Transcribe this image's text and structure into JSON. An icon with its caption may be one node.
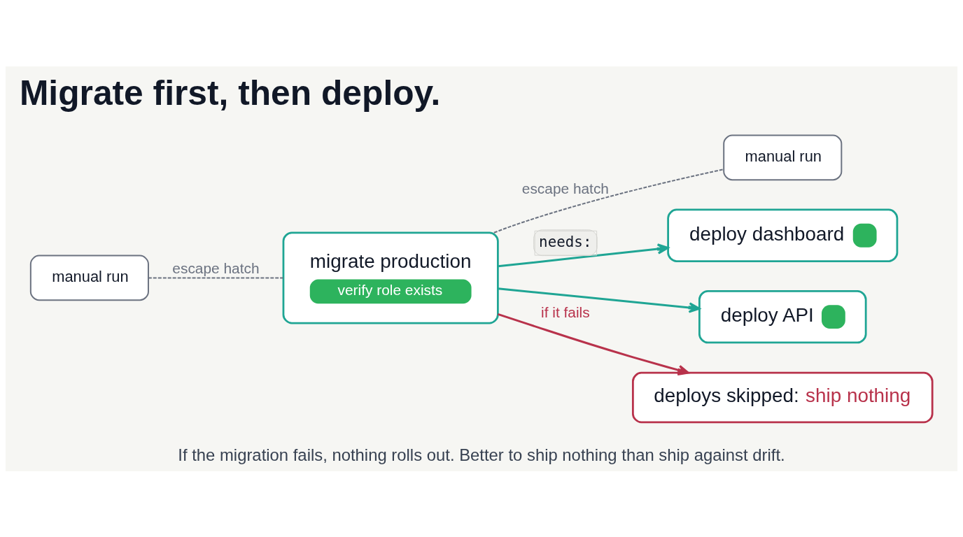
{
  "diagram": {
    "title": "Migrate first, then deploy.",
    "caption": "If the migration fails, nothing rolls out. Better to ship nothing than ship against drift.",
    "nodes": [
      {
        "text": [
          "manual run"
        ]
      },
      {
        "text": [
          "migrate production",
          "verify role exists"
        ]
      },
      {
        "text": [
          "deploy dashboard"
        ]
      },
      {
        "text": [
          "deploy API"
        ]
      },
      {
        "text": [
          "deploys skipped:",
          "ship nothing"
        ]
      },
      {
        "text": [
          "manual run"
        ]
      }
    ],
    "edges": [
      {
        "from": 1,
        "to": 4,
        "arrow": "to",
        "label": "if it fails",
        "color": "#b8324b"
      },
      {
        "from": 1,
        "to": 3,
        "arrow": "to",
        "color": "#1fa594"
      },
      {
        "from": 1,
        "to": 2,
        "arrow": "to",
        "label": "needs:",
        "color": "#1fa594"
      },
      {
        "from": 1,
        "to": 0,
        "arrow": "none",
        "label": "escape hatch",
        "style": "dashed",
        "color": "#6b7280"
      },
      {
        "from": 5,
        "to": 1,
        "arrow": "none",
        "label": "escape hatch",
        "style": "dashed",
        "color": "#6b7280"
      }
    ]
  }
}
